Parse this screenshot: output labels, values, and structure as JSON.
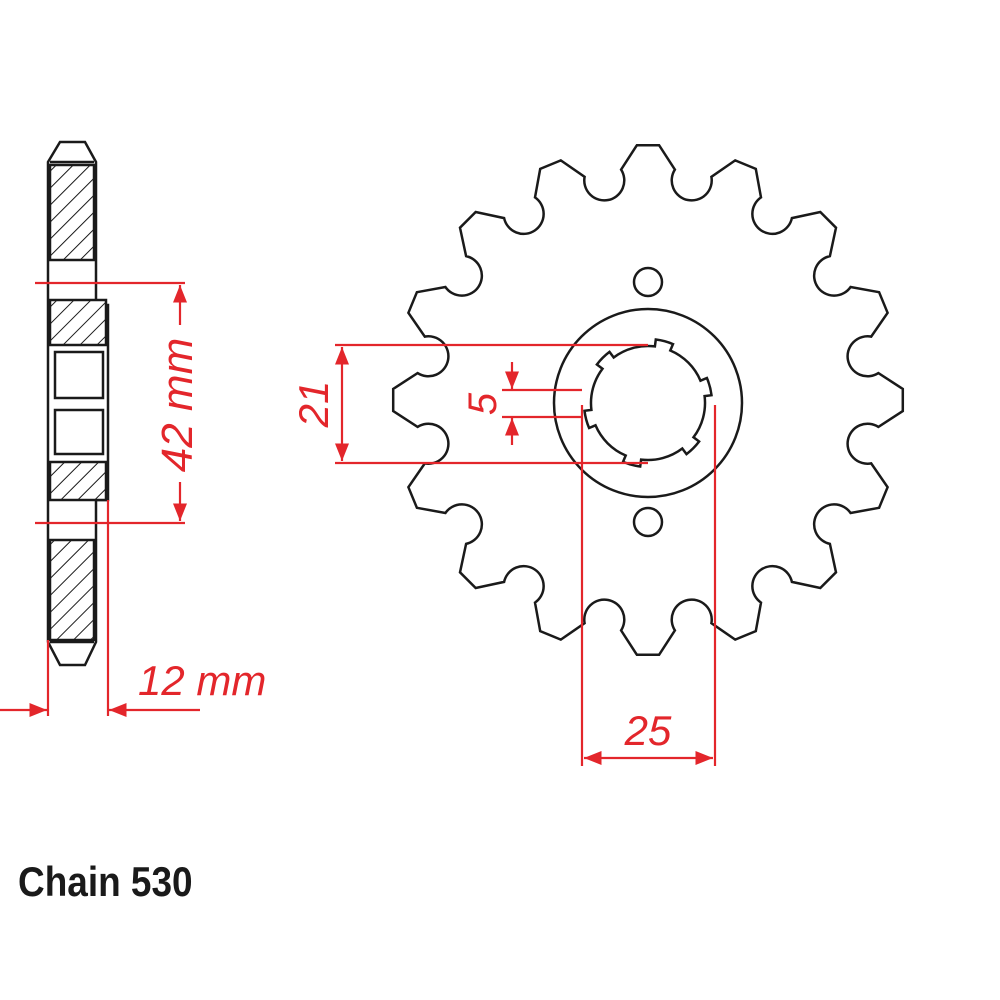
{
  "colors": {
    "outline": "#1a1a1a",
    "dimension": "#e3262b",
    "background": "#ffffff"
  },
  "sprocket": {
    "teeth": 16
  },
  "dimensions": {
    "hub_width": "42 mm",
    "offset": "12 mm",
    "spline_inner": "21",
    "spline_key": "5",
    "spline_outer": "25"
  },
  "caption": "Chain 530"
}
